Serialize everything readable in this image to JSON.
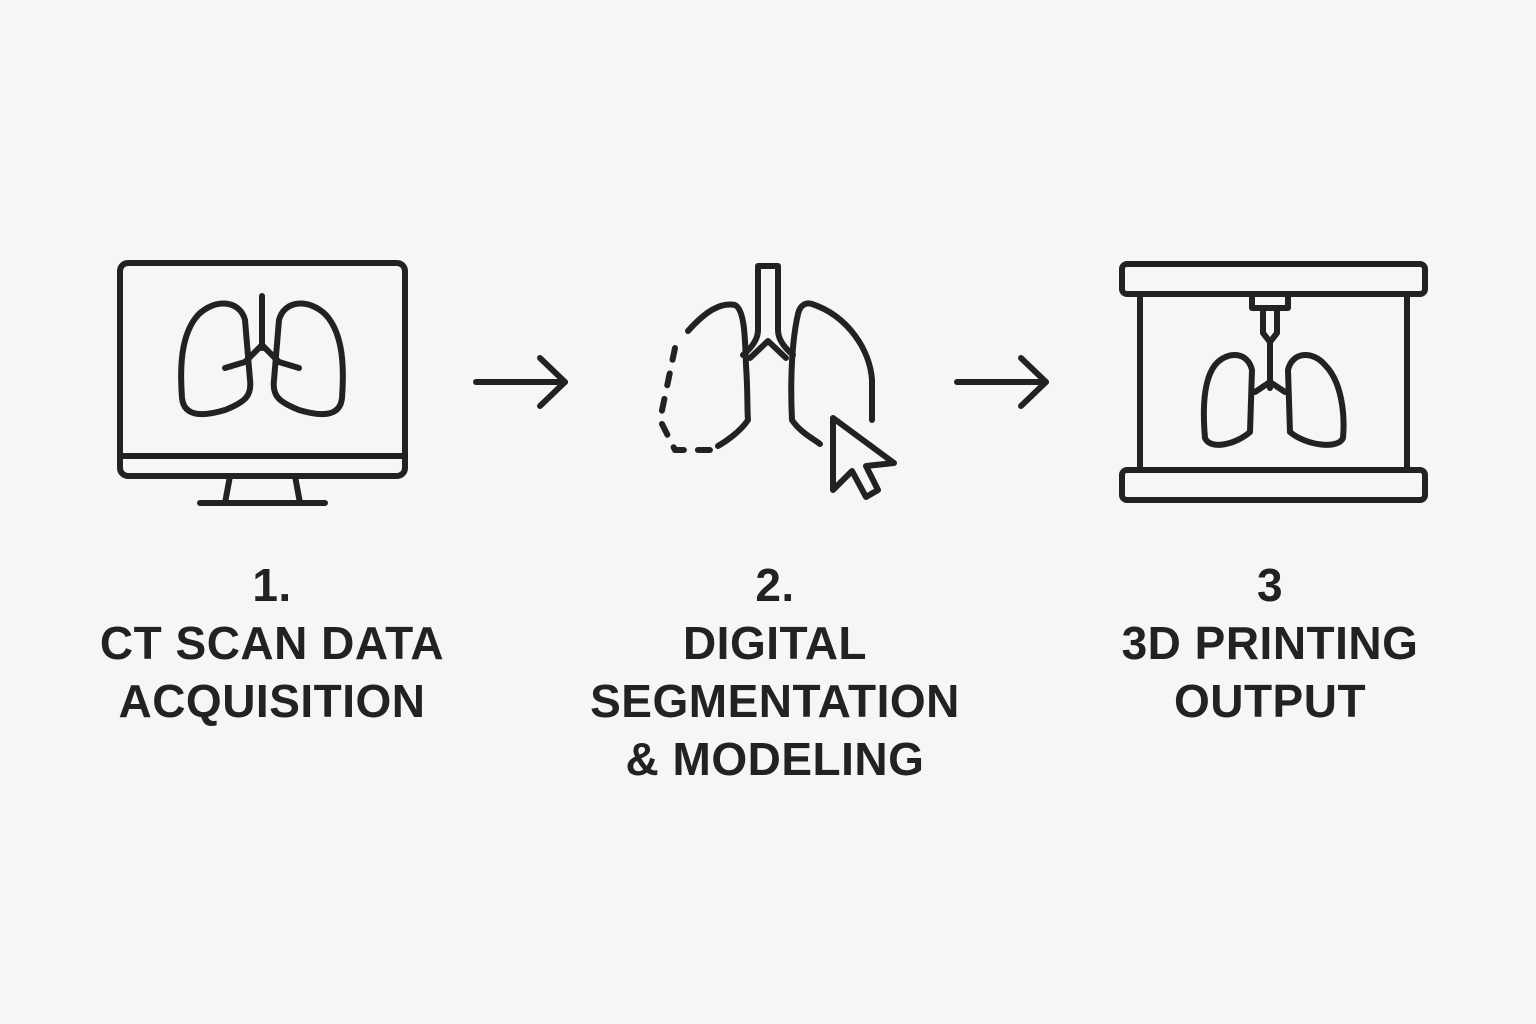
{
  "steps": [
    {
      "number": "1.",
      "lines": [
        "CT SCAN DATA",
        "ACQUISITION"
      ],
      "icon": "monitor-lungs-icon"
    },
    {
      "number": "2.",
      "lines": [
        "DIGITAL",
        "SEGMENTATION",
        "& MODELING"
      ],
      "icon": "lungs-segmentation-cursor-icon"
    },
    {
      "number": "3",
      "lines": [
        "3D PRINTING",
        "OUTPUT"
      ],
      "icon": "3d-printer-lungs-icon"
    }
  ],
  "colors": {
    "stroke": "#222222",
    "background": "#f6f6f6"
  }
}
